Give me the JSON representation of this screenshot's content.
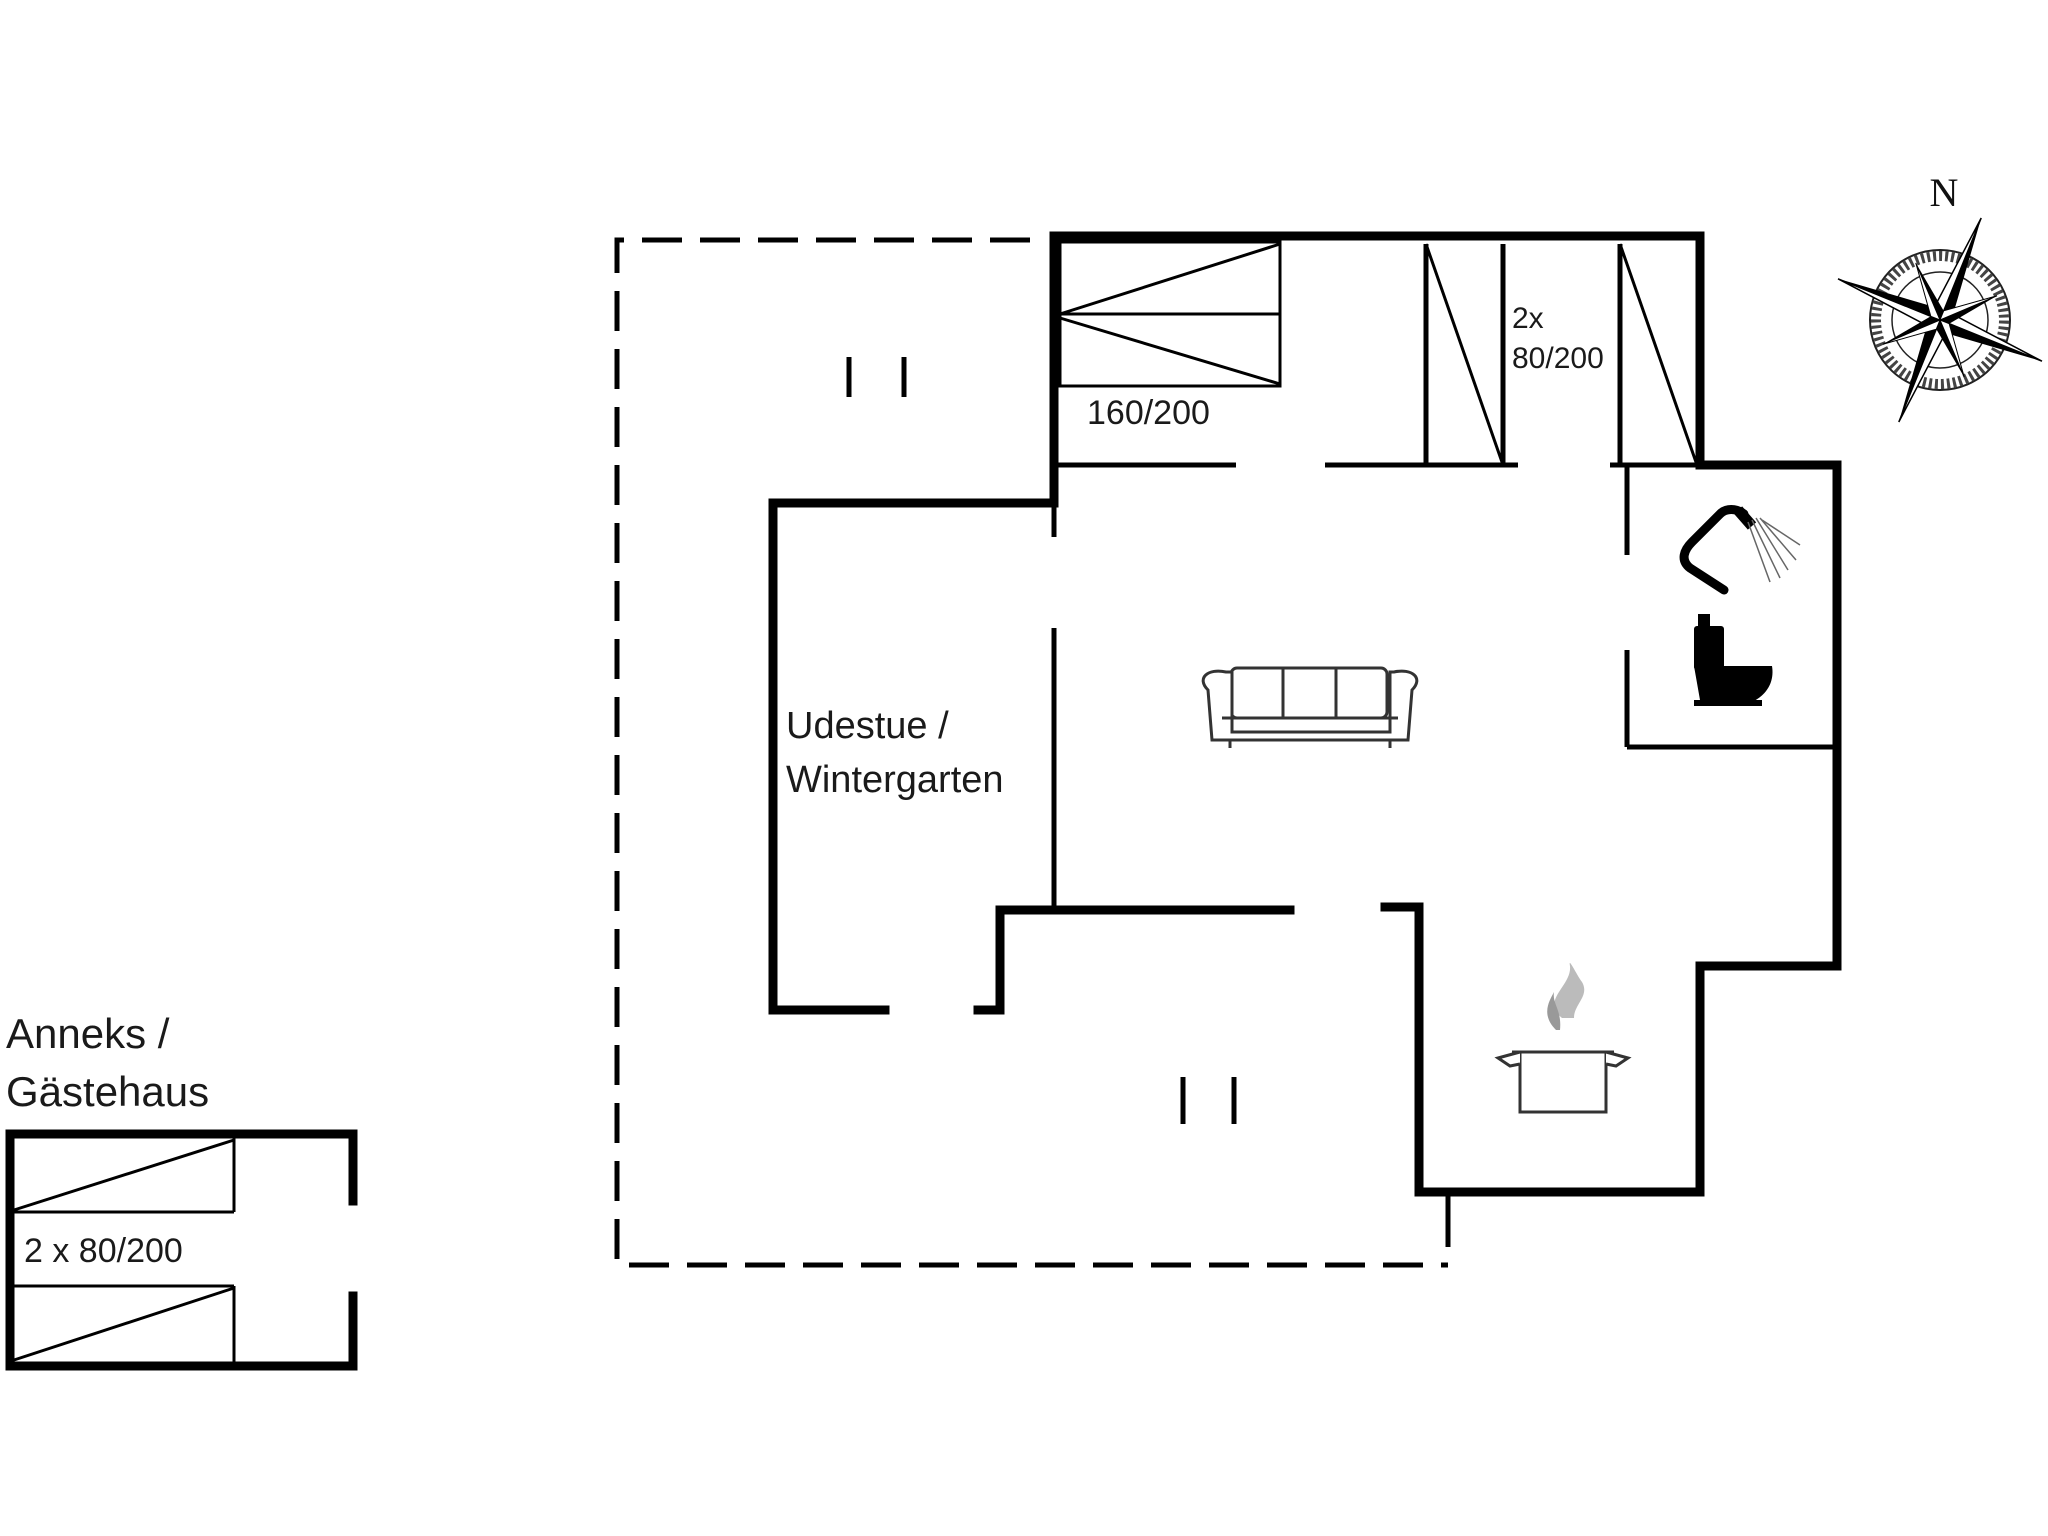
{
  "labels": {
    "bed_double": "160/200",
    "bed_twin_count": "2x",
    "bed_twin_size": "80/200",
    "room_sunroom_line1": "Udestue /",
    "room_sunroom_line2": "Wintergarten",
    "annex_title_line1": "Anneks /",
    "annex_title_line2": "Gästehaus",
    "annex_beds": "2 x 80/200",
    "compass_north": "N"
  },
  "icons": [
    "shower-icon",
    "toilet-icon",
    "sofa-icon",
    "cooking-pot-icon",
    "compass-rose-icon",
    "bed-icon",
    "door-icon"
  ],
  "colors": {
    "wall": "#000000",
    "fixture": "#555555",
    "background": "#ffffff"
  }
}
